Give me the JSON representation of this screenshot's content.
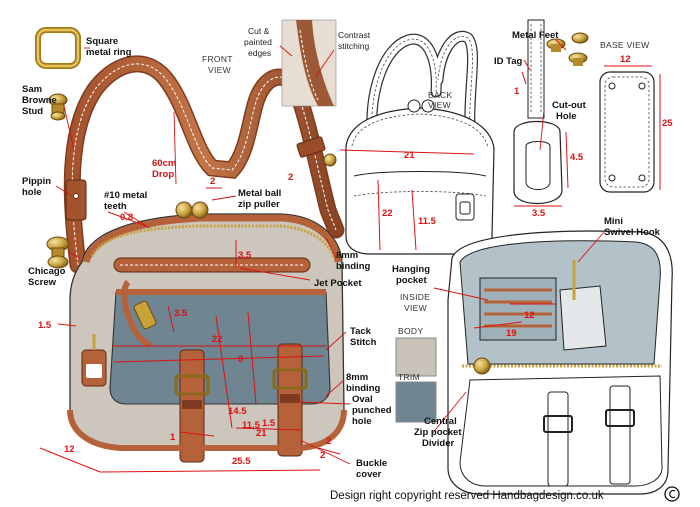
{
  "labels": {
    "square_ring": [
      "Square",
      "metal ring"
    ],
    "sam_browne": [
      "Sam",
      "Browne",
      "Stud"
    ],
    "pippin": [
      "Pippin",
      "hole"
    ],
    "chicago": [
      "Chicago",
      "Screw"
    ],
    "metal_teeth": [
      "#10 metal",
      "teeth"
    ],
    "drop": [
      "60cm",
      "Drop"
    ],
    "zip_puller": [
      "Metal ball",
      "zip puller"
    ],
    "cut_edges": [
      "Cut &",
      "painted",
      "edges"
    ],
    "contrast": [
      "Contrast",
      "stitching"
    ],
    "binding_top": [
      "8mm",
      "binding"
    ],
    "jet_pocket": "Jet Pocket",
    "tack_stitch": [
      "Tack",
      "Stitch"
    ],
    "binding_bottom": [
      "8mm",
      "binding"
    ],
    "oval_hole": [
      "Oval",
      "punched",
      "hole"
    ],
    "buckle_cover": [
      "Buckle",
      "cover"
    ],
    "metal_feet": "Metal Feet",
    "id_tag": "ID Tag",
    "cutout_hole": [
      "Cut-out",
      "Hole"
    ],
    "hanging_pocket": [
      "Hanging",
      "pocket"
    ],
    "swivel_hook": [
      "Mini",
      "Swivel Hook"
    ],
    "central_divider": [
      "Central",
      "Zip pocket",
      "Divider"
    ]
  },
  "views": {
    "front": [
      "FRONT",
      "VIEW"
    ],
    "back": [
      "BACK",
      "VIEW"
    ],
    "base": "BASE VIEW",
    "inside": [
      "INSIDE",
      "VIEW"
    ]
  },
  "swatches": {
    "body": {
      "label": "BODY",
      "color": "#c8c2b8"
    },
    "trim": {
      "label": "TRIM",
      "color": "#6f8592"
    }
  },
  "dimensions": {
    "front": [
      "0.8",
      "2",
      "3.5",
      "3.5",
      "1.5",
      "22",
      "8",
      "14.5",
      "11.5",
      "1.5",
      "1",
      "21",
      "2",
      "12",
      "25.5",
      "2"
    ],
    "back": [
      "21",
      "22",
      "11.5",
      "1",
      "4.5",
      "3.5",
      "2"
    ],
    "base": [
      "12",
      "25"
    ],
    "inside": [
      "12",
      "19"
    ]
  },
  "colors": {
    "leather": "#b5623a",
    "leather_dark": "#7e3b1f",
    "canvas": "#ccc6bc",
    "trim": "#6f8592",
    "lining": "#b3c2c8",
    "brass": "#c9a23c",
    "dimension": "#dd1111"
  },
  "copyright": "Design right copyright reserved Handbagdesign.co.uk",
  "copyright_icon": "copyright-icon"
}
